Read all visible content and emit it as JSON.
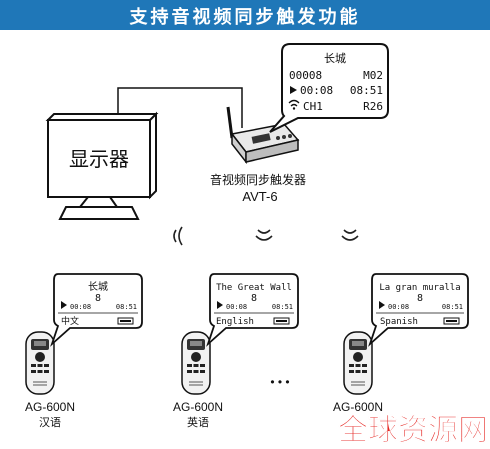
{
  "banner": {
    "title": "支持音视频同步触发功能"
  },
  "display": {
    "label": "显示器"
  },
  "trigger": {
    "caption": "音视频同步触发器",
    "model": "AVT-6",
    "screen": {
      "title": "长城",
      "counter": "00008",
      "mode": "M02",
      "time_current": "00:08",
      "time_total": "08:51",
      "channel": "CH1",
      "signal": "R26"
    }
  },
  "receivers": [
    {
      "title": "长城",
      "track": "8",
      "time_current": "00:08",
      "time_total": "08:51",
      "language": "中文",
      "model": "AG-600N",
      "caption": "汉语"
    },
    {
      "title": "The Great Wall",
      "track": "8",
      "time_current": "00:08",
      "time_total": "08:51",
      "language": "English",
      "model": "AG-600N",
      "caption": "英语"
    },
    {
      "title": "La gran muralla",
      "track": "8",
      "time_current": "00:08",
      "time_total": "08:51",
      "language": "Spanish",
      "model": "AG-600N",
      "caption": ""
    }
  ],
  "ellipsis": "• • •",
  "watermark": "全球资源网",
  "colors": {
    "banner": "#1f77b8",
    "watermark": "#e52420",
    "ink": "#111111"
  }
}
